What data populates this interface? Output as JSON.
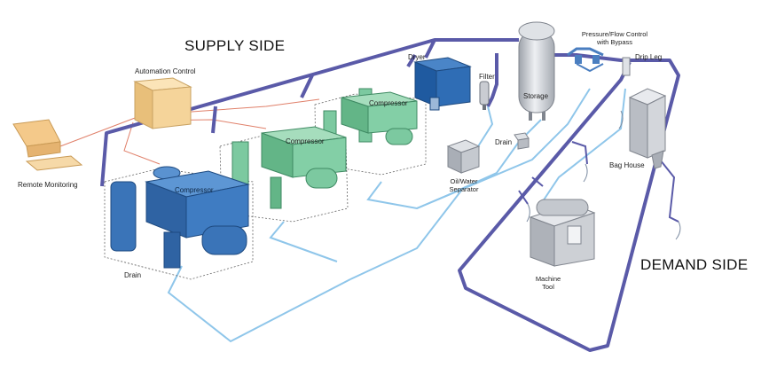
{
  "labels": {
    "supply_side": "SUPPLY SIDE",
    "demand_side": "DEMAND SIDE",
    "automation_control": "Automation Control",
    "remote_monitoring": "Remote Monitoring",
    "compressor_1": "Compressor",
    "compressor_2": "Compressor",
    "compressor_3": "Compressor",
    "drain_left": "Drain",
    "dryer": "Dryer",
    "filter": "Filter",
    "storage": "Storage",
    "drain_right": "Drain",
    "oil_water_1": "Oil/Water",
    "oil_water_2": "Separator",
    "pressure_flow_1": "Pressure/Flow Control",
    "pressure_flow_2": "with Bypass",
    "drip_leg": "Drip Leg",
    "bag_house": "Bag House",
    "machine_1": "Machine",
    "machine_2": "Tool"
  },
  "colors": {
    "main_pipe": "#5a5aa8",
    "water_line": "#8fc6ea",
    "signal_line": "#e0806a",
    "compressor_blue": "#3a74b8",
    "compressor_green": "#7cc9a0",
    "equipment_gray": "#c9ccd2",
    "automation_tan": "#f2d49c"
  }
}
